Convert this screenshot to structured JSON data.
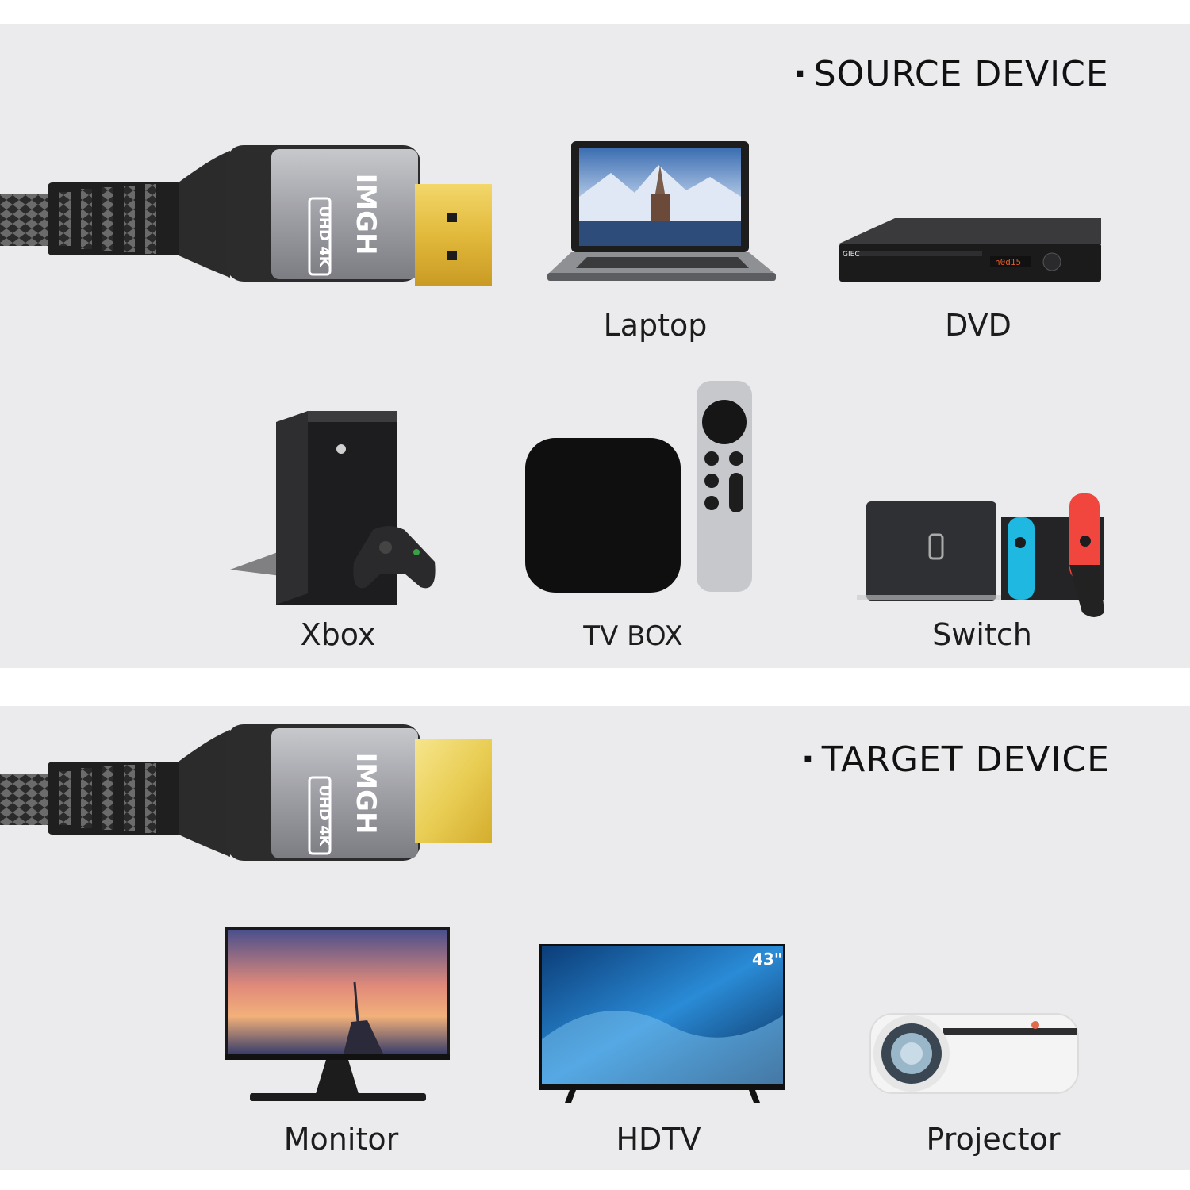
{
  "source_section": {
    "heading": "SOURCE DEVICE",
    "bullet": "·",
    "cable_logo_text": "IMGH",
    "cable_badge": "UHD 4K",
    "devices": [
      {
        "label": "Laptop",
        "icon": "laptop-icon"
      },
      {
        "label": "DVD",
        "icon": "dvd-player-icon"
      },
      {
        "label": "Xbox",
        "icon": "xbox-console-icon"
      },
      {
        "label": "TV BOX",
        "icon": "tv-box-icon"
      },
      {
        "label": "Switch",
        "icon": "switch-console-icon"
      }
    ]
  },
  "target_section": {
    "heading": "TARGET DEVICE",
    "bullet": "·",
    "cable_logo_text": "IMGH",
    "cable_badge": "UHD 4K",
    "devices": [
      {
        "label": "Monitor",
        "icon": "monitor-icon"
      },
      {
        "label": "HDTV",
        "icon": "hdtv-icon",
        "screen_size_text": "43\""
      },
      {
        "label": "Projector",
        "icon": "projector-icon"
      }
    ]
  },
  "colors": {
    "panel_bg": "#ebebed",
    "connector_gold": "#e8c84a",
    "cable_housing": "#a7a8ad"
  }
}
